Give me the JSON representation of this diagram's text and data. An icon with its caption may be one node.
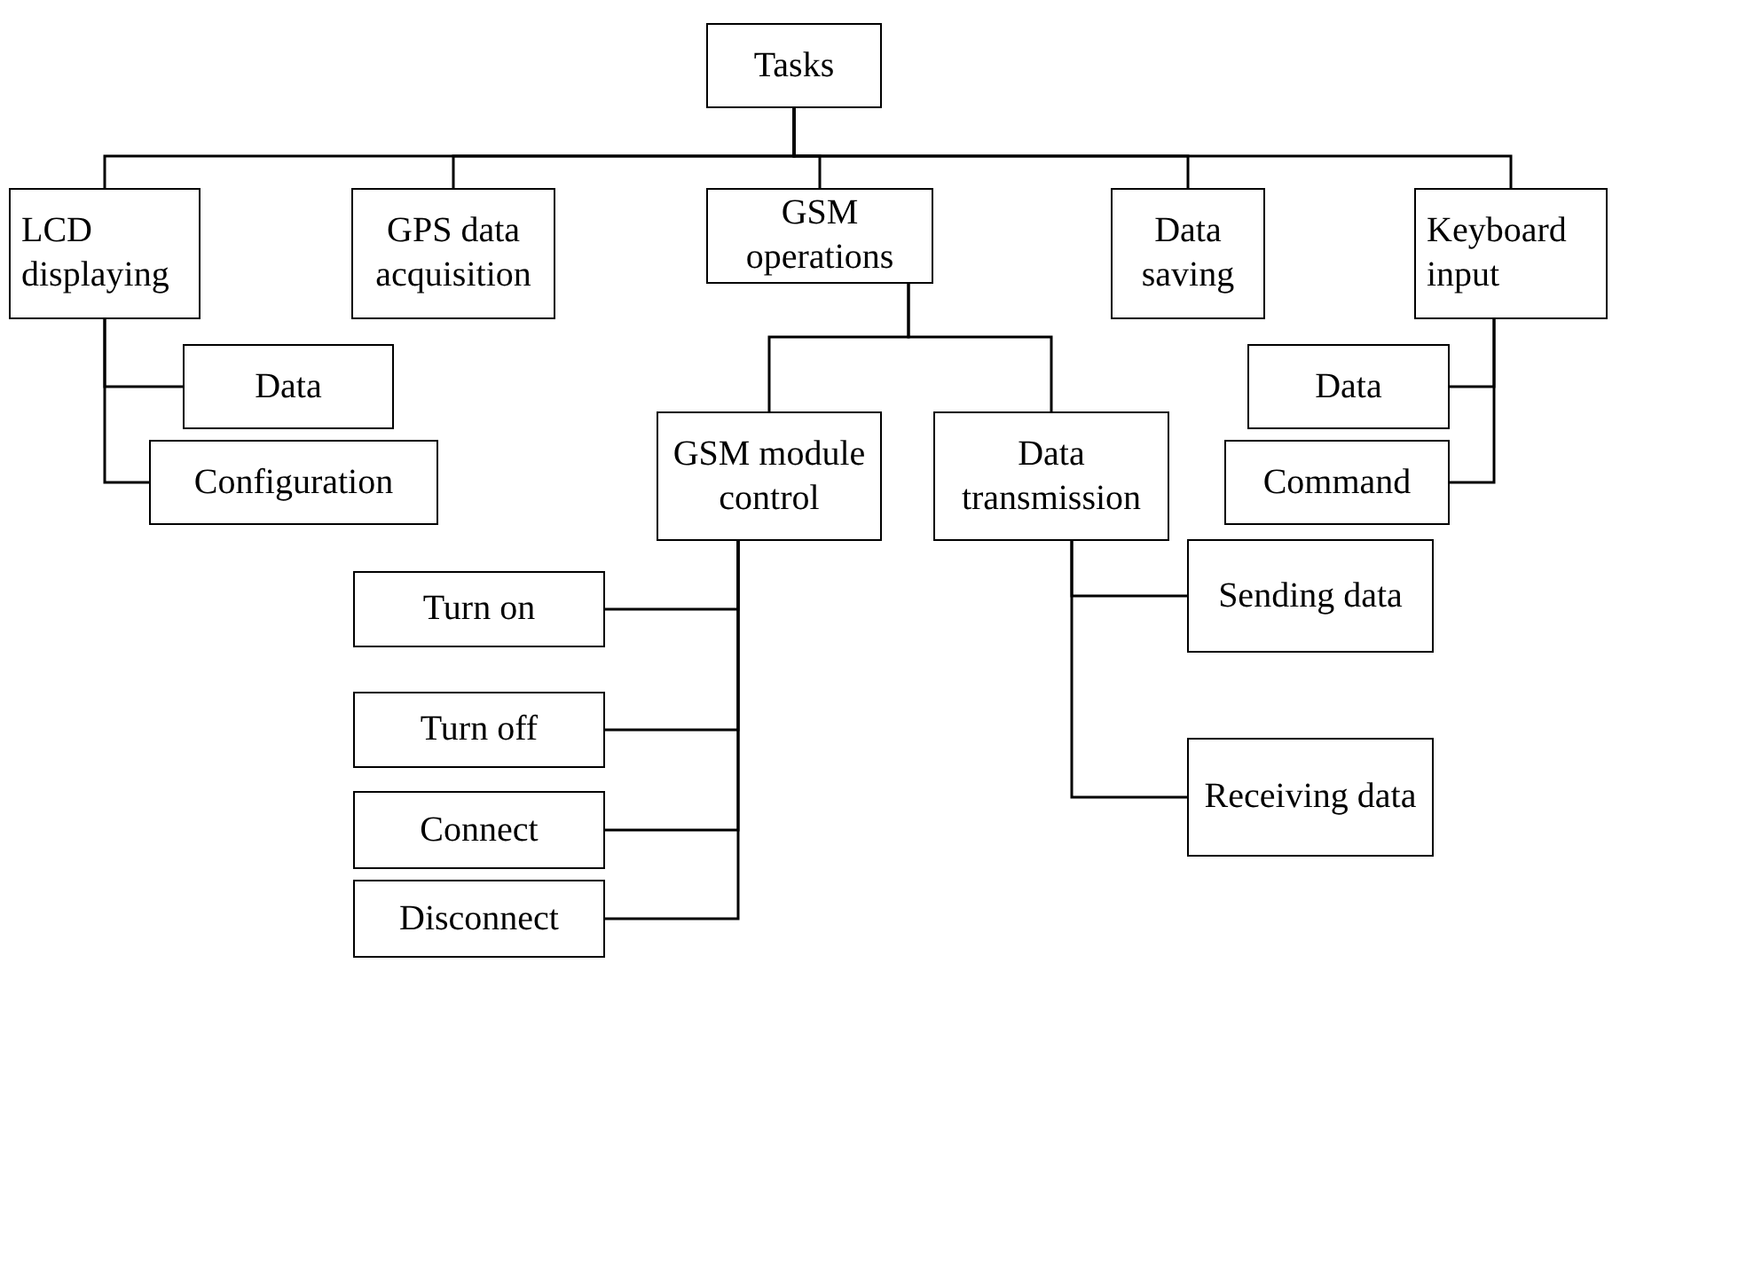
{
  "diagram": {
    "nodes": [
      {
        "text": [
          "Tasks"
        ]
      },
      {
        "text": [
          "LCD displaying"
        ]
      },
      {
        "text": [
          "GPS data acquisition"
        ]
      },
      {
        "text": [
          "GSM operations"
        ]
      },
      {
        "text": [
          "Data saving"
        ]
      },
      {
        "text": [
          "Keyboard input"
        ]
      },
      {
        "text": [
          "Data"
        ]
      },
      {
        "text": [
          "Configuration"
        ]
      },
      {
        "text": [
          "Data"
        ]
      },
      {
        "text": [
          "Command"
        ]
      },
      {
        "text": [
          "GSM module control"
        ]
      },
      {
        "text": [
          "Data transmission"
        ]
      },
      {
        "text": [
          "Turn on"
        ]
      },
      {
        "text": [
          "Turn off"
        ]
      },
      {
        "text": [
          "Connect"
        ]
      },
      {
        "text": [
          "Disconnect"
        ]
      },
      {
        "text": [
          "Sending data"
        ]
      },
      {
        "text": [
          "Receiving data"
        ]
      }
    ],
    "edges": [
      {
        "from": 0,
        "to": 1,
        "arrow": "none"
      },
      {
        "from": 0,
        "to": 2,
        "arrow": "none"
      },
      {
        "from": 0,
        "to": 3,
        "arrow": "none"
      },
      {
        "from": 0,
        "to": 4,
        "arrow": "none"
      },
      {
        "from": 0,
        "to": 5,
        "arrow": "none"
      },
      {
        "from": 1,
        "to": 6,
        "arrow": "none"
      },
      {
        "from": 1,
        "to": 7,
        "arrow": "none"
      },
      {
        "from": 5,
        "to": 8,
        "arrow": "none"
      },
      {
        "from": 5,
        "to": 9,
        "arrow": "none"
      },
      {
        "from": 3,
        "to": 10,
        "arrow": "none"
      },
      {
        "from": 3,
        "to": 11,
        "arrow": "none"
      },
      {
        "from": 10,
        "to": 12,
        "arrow": "none"
      },
      {
        "from": 10,
        "to": 13,
        "arrow": "none"
      },
      {
        "from": 10,
        "to": 14,
        "arrow": "none"
      },
      {
        "from": 10,
        "to": 15,
        "arrow": "none"
      },
      {
        "from": 11,
        "to": 16,
        "arrow": "none"
      },
      {
        "from": 11,
        "to": 17,
        "arrow": "none"
      }
    ]
  }
}
